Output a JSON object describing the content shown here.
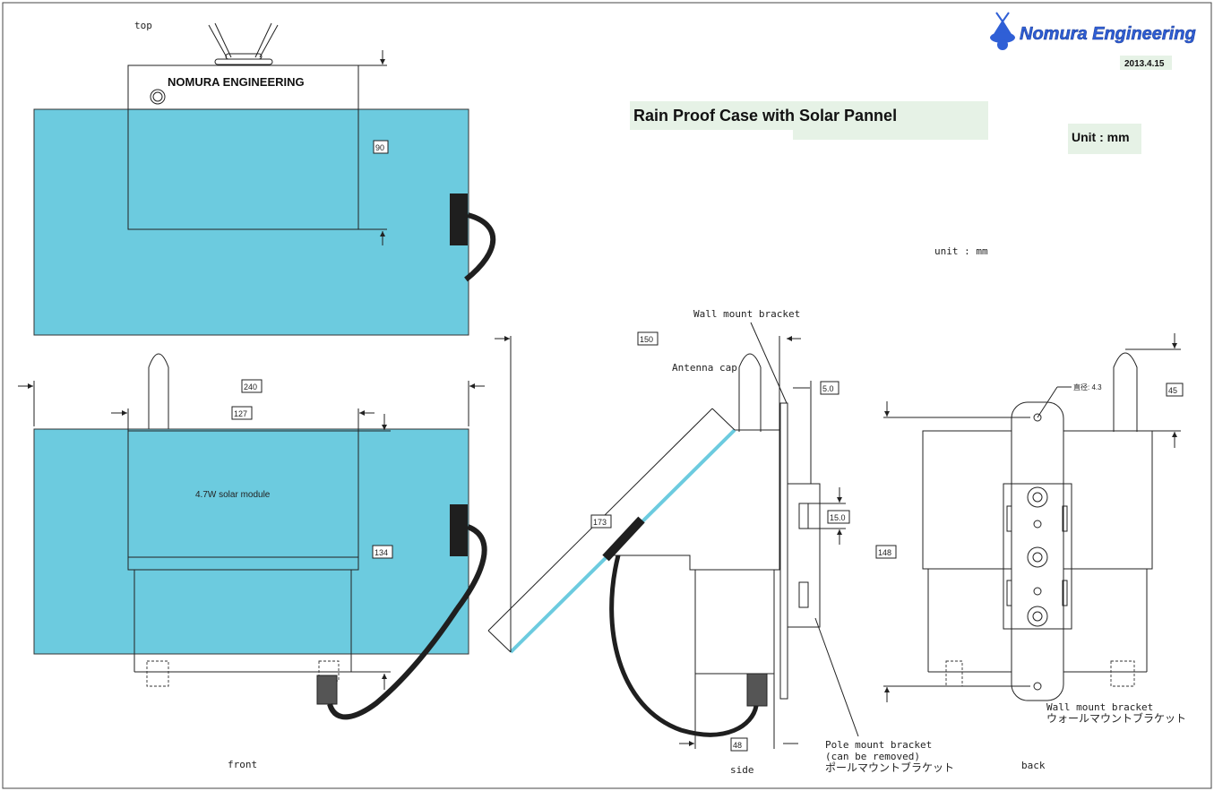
{
  "logo": {
    "text": "Nomura Engineering",
    "date": "2013.4.15"
  },
  "title": "Rain Proof Case  with Solar Pannel",
  "unit_label": "Unit : mm",
  "unit_note": "unit : mm",
  "views": {
    "top": "top",
    "front": "front",
    "side": "side",
    "back": "back"
  },
  "top_view": {
    "case_label": "NOMURA ENGINEERING",
    "dim_height": "90"
  },
  "front_view": {
    "module_label": "4.7W solar module",
    "dim_width": "240",
    "dim_module_width": "127",
    "dim_height": "134"
  },
  "side_view": {
    "wall_bracket_label": "Wall mount bracket",
    "antenna_label": "Antenna cap",
    "dim_depth": "150",
    "dim_thickness": "5.0",
    "dim_slot": "15.0",
    "dim_panel_diag": "173",
    "dim_bottom": "48",
    "pole_bracket_label_1": "Pole mount bracket",
    "pole_bracket_label_2": "(can be removed)",
    "pole_bracket_label_jp": "ポールマウントブラケット"
  },
  "back_view": {
    "dim_hole": "直径: 4.3",
    "dim_antenna": "45",
    "dim_height": "148",
    "wall_bracket_label": "Wall mount bracket",
    "wall_bracket_label_jp": "ウォールマウントブラケット"
  },
  "colors": {
    "panel": "#6ccbdf",
    "cable": "#1f1f1f",
    "accent": "#2f5fd6",
    "title_bg": "#e6f2e6"
  }
}
